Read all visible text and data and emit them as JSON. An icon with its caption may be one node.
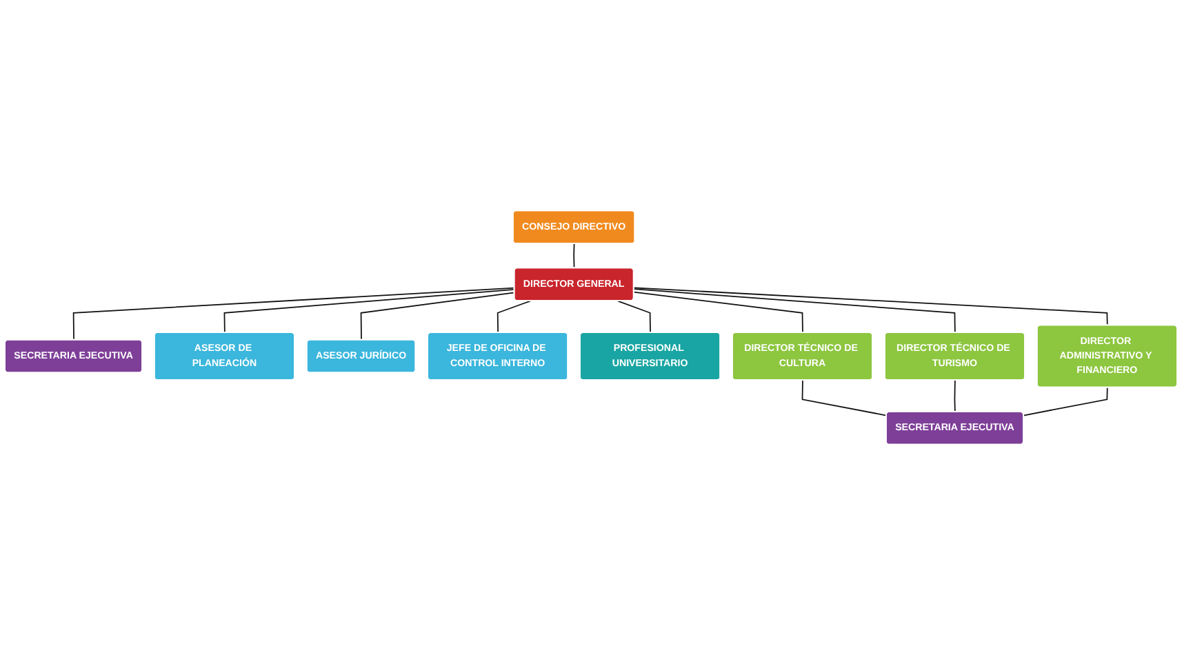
{
  "diagram": {
    "nodes": [
      {
        "text": [
          "CONSEJO DIRECTIVO"
        ]
      },
      {
        "text": [
          "SECRETARIA EJECUTIVA"
        ]
      },
      {
        "text": [
          "DIRECTOR GENERAL"
        ]
      },
      {
        "text": [
          "ASESOR DE PLANEACIÓN"
        ]
      },
      {
        "text": [
          "ASESOR JURÍDICO"
        ]
      },
      {
        "text": [
          "JEFE DE OFICINA DE CONTROL INTERNO"
        ]
      },
      {
        "text": [
          "PROFESIONAL UNIVERSITARIO"
        ]
      },
      {
        "text": [
          "DIRECTOR TÉCNICO DE CULTURA"
        ]
      },
      {
        "text": [
          "DIRECTOR TÉCNICO DE TURISMO"
        ]
      },
      {
        "text": [
          "DIRECTOR ADMINISTRATIVO Y FINANCIERO"
        ]
      },
      {
        "text": [
          "SECRETARIA EJECUTIVA"
        ]
      }
    ],
    "edges": [
      {
        "from": 0,
        "to": 2,
        "arrow": "none"
      },
      {
        "from": 2,
        "to": 1,
        "arrow": "none"
      },
      {
        "from": 2,
        "to": 3,
        "arrow": "none"
      },
      {
        "from": 2,
        "to": 4,
        "arrow": "none"
      },
      {
        "from": 2,
        "to": 5,
        "arrow": "none"
      },
      {
        "from": 2,
        "to": 6,
        "arrow": "none"
      },
      {
        "from": 2,
        "to": 7,
        "arrow": "none"
      },
      {
        "from": 2,
        "to": 8,
        "arrow": "none"
      },
      {
        "from": 2,
        "to": 9,
        "arrow": "none"
      },
      {
        "from": 7,
        "to": 10,
        "arrow": "none"
      },
      {
        "from": 8,
        "to": 10,
        "arrow": "none"
      },
      {
        "from": 9,
        "to": 10,
        "arrow": "none"
      }
    ]
  }
}
